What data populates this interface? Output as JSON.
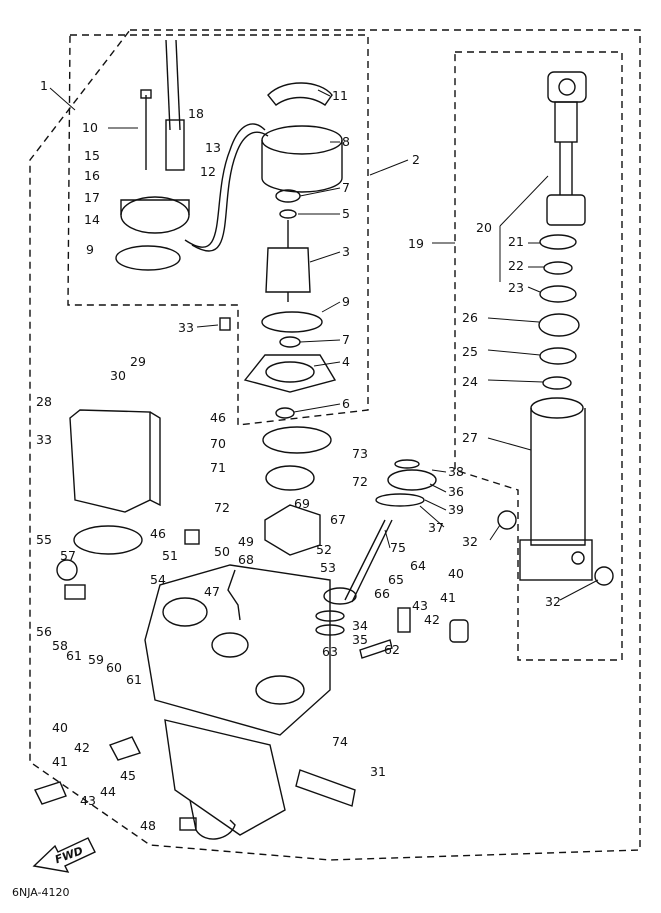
{
  "drawing_code": "6NJA-4120",
  "fwd_label": "FWD",
  "callouts": [
    {
      "id": "c1",
      "text": "1"
    },
    {
      "id": "c2",
      "text": "2"
    },
    {
      "id": "c3",
      "text": "3"
    },
    {
      "id": "c4",
      "text": "4"
    },
    {
      "id": "c5",
      "text": "5"
    },
    {
      "id": "c6",
      "text": "6"
    },
    {
      "id": "c7a",
      "text": "7"
    },
    {
      "id": "c7b",
      "text": "7"
    },
    {
      "id": "c8",
      "text": "8"
    },
    {
      "id": "c9a",
      "text": "9"
    },
    {
      "id": "c9b",
      "text": "9"
    },
    {
      "id": "c10",
      "text": "10"
    },
    {
      "id": "c11",
      "text": "11"
    },
    {
      "id": "c12",
      "text": "12"
    },
    {
      "id": "c13",
      "text": "13"
    },
    {
      "id": "c14",
      "text": "14"
    },
    {
      "id": "c15",
      "text": "15"
    },
    {
      "id": "c16",
      "text": "16"
    },
    {
      "id": "c17",
      "text": "17"
    },
    {
      "id": "c18",
      "text": "18"
    },
    {
      "id": "c19",
      "text": "19"
    },
    {
      "id": "c20",
      "text": "20"
    },
    {
      "id": "c21",
      "text": "21"
    },
    {
      "id": "c22",
      "text": "22"
    },
    {
      "id": "c23",
      "text": "23"
    },
    {
      "id": "c24",
      "text": "24"
    },
    {
      "id": "c25",
      "text": "25"
    },
    {
      "id": "c26",
      "text": "26"
    },
    {
      "id": "c27",
      "text": "27"
    },
    {
      "id": "c28",
      "text": "28"
    },
    {
      "id": "c29",
      "text": "29"
    },
    {
      "id": "c30",
      "text": "30"
    },
    {
      "id": "c31",
      "text": "31"
    },
    {
      "id": "c32a",
      "text": "32"
    },
    {
      "id": "c32b",
      "text": "32"
    },
    {
      "id": "c33a",
      "text": "33"
    },
    {
      "id": "c33b",
      "text": "33"
    },
    {
      "id": "c34",
      "text": "34"
    },
    {
      "id": "c35",
      "text": "35"
    },
    {
      "id": "c36",
      "text": "36"
    },
    {
      "id": "c37",
      "text": "37"
    },
    {
      "id": "c38",
      "text": "38"
    },
    {
      "id": "c39",
      "text": "39"
    },
    {
      "id": "c40a",
      "text": "40"
    },
    {
      "id": "c40b",
      "text": "40"
    },
    {
      "id": "c41a",
      "text": "41"
    },
    {
      "id": "c41b",
      "text": "41"
    },
    {
      "id": "c42a",
      "text": "42"
    },
    {
      "id": "c42b",
      "text": "42"
    },
    {
      "id": "c43a",
      "text": "43"
    },
    {
      "id": "c43b",
      "text": "43"
    },
    {
      "id": "c44",
      "text": "44"
    },
    {
      "id": "c45",
      "text": "45"
    },
    {
      "id": "c46a",
      "text": "46"
    },
    {
      "id": "c46b",
      "text": "46"
    },
    {
      "id": "c47",
      "text": "47"
    },
    {
      "id": "c48",
      "text": "48"
    },
    {
      "id": "c49",
      "text": "49"
    },
    {
      "id": "c50",
      "text": "50"
    },
    {
      "id": "c51",
      "text": "51"
    },
    {
      "id": "c52",
      "text": "52"
    },
    {
      "id": "c53",
      "text": "53"
    },
    {
      "id": "c54",
      "text": "54"
    },
    {
      "id": "c55",
      "text": "55"
    },
    {
      "id": "c56",
      "text": "56"
    },
    {
      "id": "c57",
      "text": "57"
    },
    {
      "id": "c58",
      "text": "58"
    },
    {
      "id": "c59",
      "text": "59"
    },
    {
      "id": "c60",
      "text": "60"
    },
    {
      "id": "c61a",
      "text": "61"
    },
    {
      "id": "c61b",
      "text": "61"
    },
    {
      "id": "c62",
      "text": "62"
    },
    {
      "id": "c63",
      "text": "63"
    },
    {
      "id": "c64",
      "text": "64"
    },
    {
      "id": "c65",
      "text": "65"
    },
    {
      "id": "c66",
      "text": "66"
    },
    {
      "id": "c67",
      "text": "67"
    },
    {
      "id": "c68",
      "text": "68"
    },
    {
      "id": "c69",
      "text": "69"
    },
    {
      "id": "c70",
      "text": "70"
    },
    {
      "id": "c71",
      "text": "71"
    },
    {
      "id": "c72a",
      "text": "72"
    },
    {
      "id": "c72b",
      "text": "72"
    },
    {
      "id": "c73",
      "text": "73"
    },
    {
      "id": "c74",
      "text": "74"
    },
    {
      "id": "c75",
      "text": "75"
    }
  ]
}
